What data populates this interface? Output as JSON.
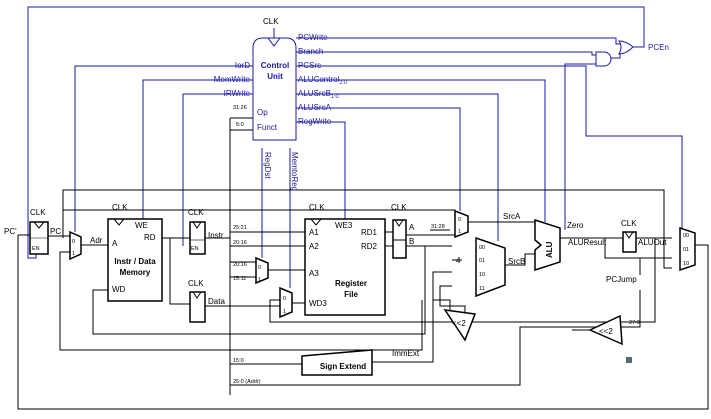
{
  "clock_label": "CLK",
  "control_unit": {
    "title_line1": "Control",
    "title_line2": "Unit",
    "input_op": "Op",
    "input_funct": "Funct",
    "left_signals": [
      "IorD",
      "MemWrite",
      "IRWrite"
    ],
    "right_signals": [
      "PCWrite",
      "Branch",
      "PCSrc",
      "ALUControl",
      "ALUSrcB",
      "ALUSrcA",
      "RegWrite"
    ],
    "alucontrol_sub": "2:0",
    "alusrcb_sub": "1:0",
    "vertical_signals": [
      "RegDst",
      "MemtoReg"
    ],
    "op_bits": "31:26",
    "funct_bits": "5:0"
  },
  "pcen_label": "PCEn",
  "pc": {
    "input": "PC'",
    "output": "PC",
    "enable": "EN"
  },
  "memory": {
    "title_line1": "Instr / Data",
    "title_line2": "Memory",
    "we": "WE",
    "a": "A",
    "rd": "RD",
    "wd": "WD"
  },
  "adr_label": "Adr",
  "instr_label": "Instr",
  "data_label": "Data",
  "instr_fields": [
    "25:21",
    "20:16",
    "20:16",
    "15:11",
    "15:0",
    "25:0 (Addr)",
    "31:28",
    "27:0"
  ],
  "regfile": {
    "title_line1": "Register",
    "title_line2": "File",
    "we3": "WE3",
    "a1": "A1",
    "a2": "A2",
    "a3": "A3",
    "wd3": "WD3",
    "rd1": "RD1",
    "rd2": "RD2"
  },
  "reg_ab": {
    "a": "A",
    "b": "B"
  },
  "srca_label": "SrcA",
  "srcb_label": "SrcB",
  "alu_label": "ALU",
  "zero_label": "Zero",
  "aluresult_label": "ALUResult",
  "aluout_label": "ALUOut",
  "pcjump_label": "PCJump",
  "immext_label": "ImmExt",
  "sign_extend_label": "Sign Extend",
  "shift_label": "<<2",
  "mux_codes": {
    "two": [
      "0",
      "1"
    ],
    "four": [
      "00",
      "01",
      "10",
      "11"
    ],
    "three": [
      "00",
      "01",
      "10"
    ],
    "const_four": "4"
  }
}
